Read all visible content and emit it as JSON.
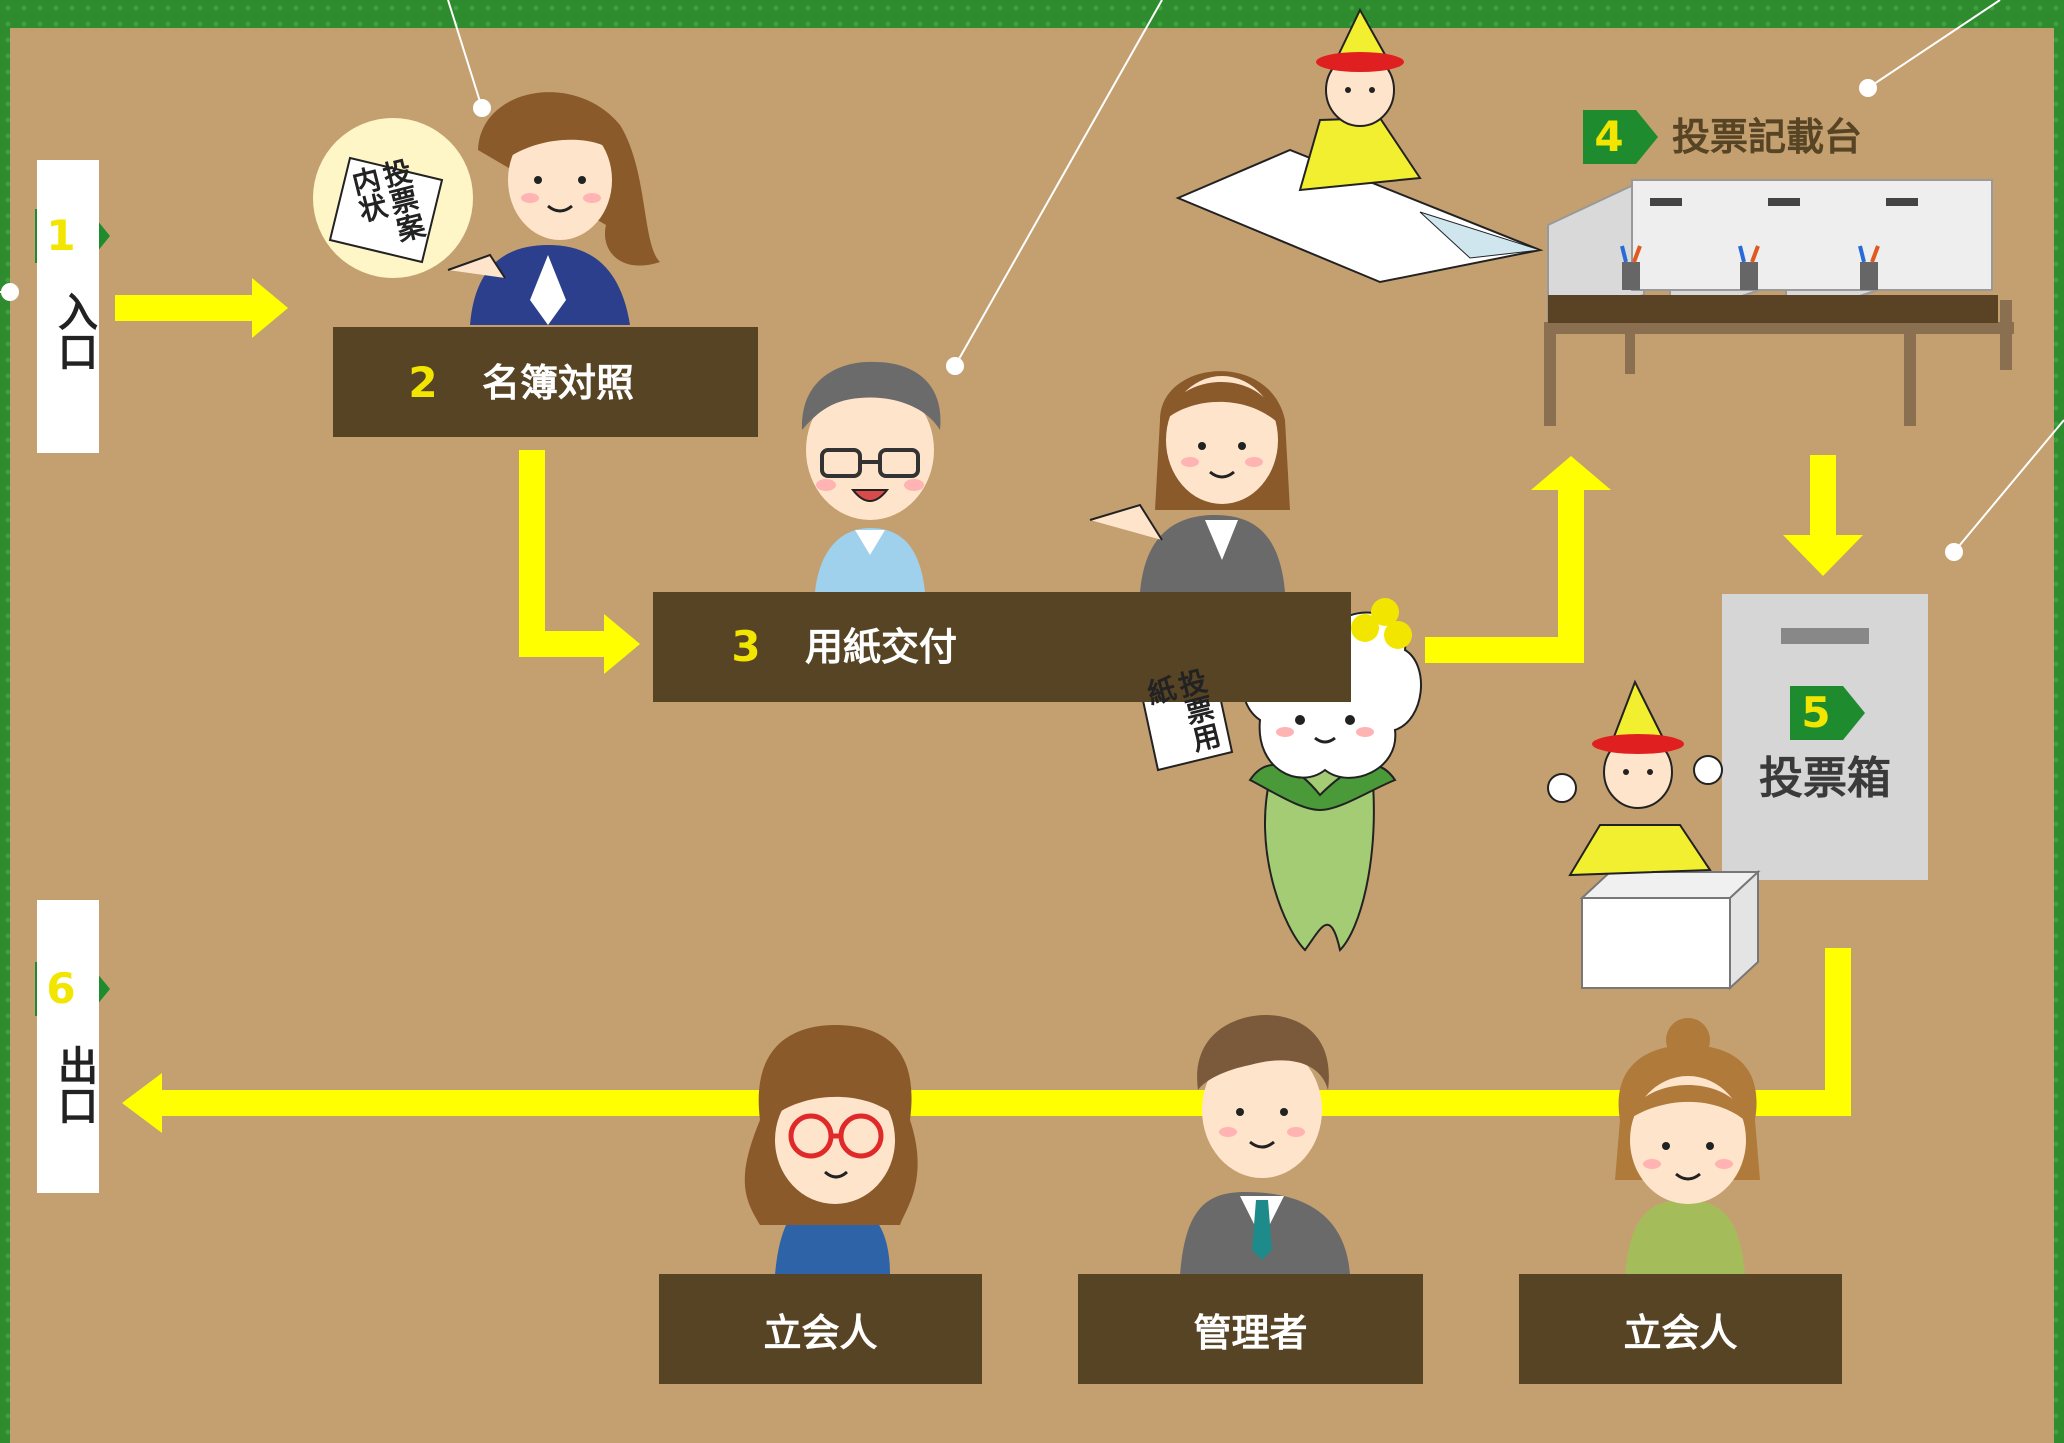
{
  "colors": {
    "floor": "#c4a070",
    "border": "#2e8b2e",
    "arrow": "#ffff00",
    "label_box": "#574424",
    "badge": "#1e8c2e",
    "badge_number": "#f2e600"
  },
  "entrance": {
    "step": "1",
    "label": "入口"
  },
  "exit": {
    "step": "6",
    "label": "出口"
  },
  "stations": [
    {
      "step": "2",
      "label": "名簿対照"
    },
    {
      "step": "3",
      "label": "用紙交付"
    },
    {
      "step": "4",
      "label": "投票記載台"
    },
    {
      "step": "5",
      "label": "投票箱"
    }
  ],
  "papers": {
    "notice": "投票案内状",
    "ballot": "投票用紙"
  },
  "roles": [
    {
      "label": "立会人"
    },
    {
      "label": "管理者"
    },
    {
      "label": "立会人"
    }
  ],
  "icons": [
    "receptionist-figure",
    "clerk-glasses-figure",
    "clerk-figure",
    "mascot-flower-figure",
    "mascot-girl-figure",
    "voting-booth-icon",
    "ballot-box-icon",
    "witness-figure",
    "manager-figure"
  ]
}
